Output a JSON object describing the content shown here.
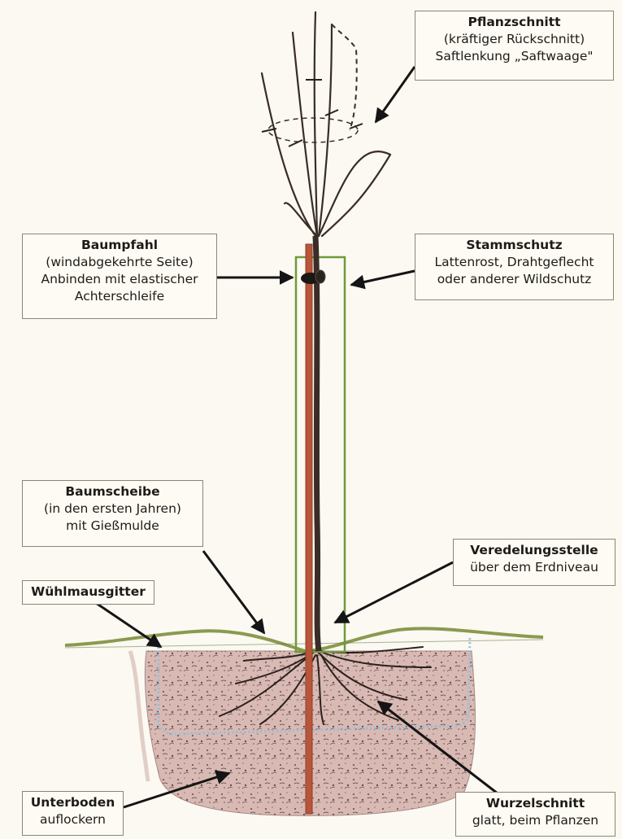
{
  "labels": {
    "pflanzschnitt": {
      "title": "Pflanzschnitt",
      "lines": [
        "(kräftiger Rückschnitt)",
        "Saftlenkung „Saftwaage\""
      ]
    },
    "baumpfahl": {
      "title": "Baumpfahl",
      "lines": [
        "(windabgekehrte Seite)",
        "Anbinden mit elastischer",
        "Achterschleife"
      ]
    },
    "stammschutz": {
      "title": "Stammschutz",
      "lines": [
        "Lattenrost, Drahtgeflecht",
        "oder anderer Wildschutz"
      ]
    },
    "baumscheibe": {
      "title": "Baumscheibe",
      "lines": [
        "(in den ersten Jahren)",
        "mit Gießmulde"
      ]
    },
    "veredelungsstelle": {
      "title": "Veredelungsstelle",
      "lines": [
        "über dem Erdniveau"
      ]
    },
    "wuehlmausgitter": {
      "title": "Wühlmausgitter"
    },
    "unterboden": {
      "title": "Unterboden",
      "lines": [
        "auflockern"
      ]
    },
    "wurzelschnitt": {
      "title": "Wurzelschnitt",
      "lines": [
        "glatt, beim Pflanzen"
      ]
    }
  },
  "colors": {
    "stake": "#b8553a",
    "trunk": "#3a2c26",
    "guard": "#6f9a3d",
    "soil": "#c9a6a0",
    "mesh": "#8fbfdc",
    "arrow": "#151515",
    "grass": "#8a9a4e"
  },
  "icons": {
    "cut-mark": "cut-mark-icon",
    "tie": "tie-knot-icon"
  }
}
